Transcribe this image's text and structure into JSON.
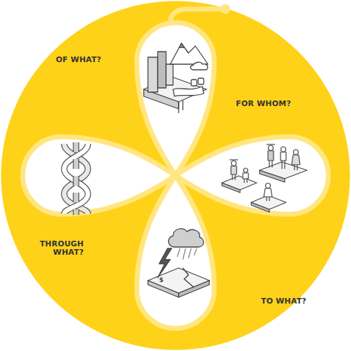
{
  "diagram": {
    "labels": [
      "OF WHAT?",
      "FOR WHOM?",
      "THROUGH WHAT?",
      "TO WHAT?"
    ]
  }
}
